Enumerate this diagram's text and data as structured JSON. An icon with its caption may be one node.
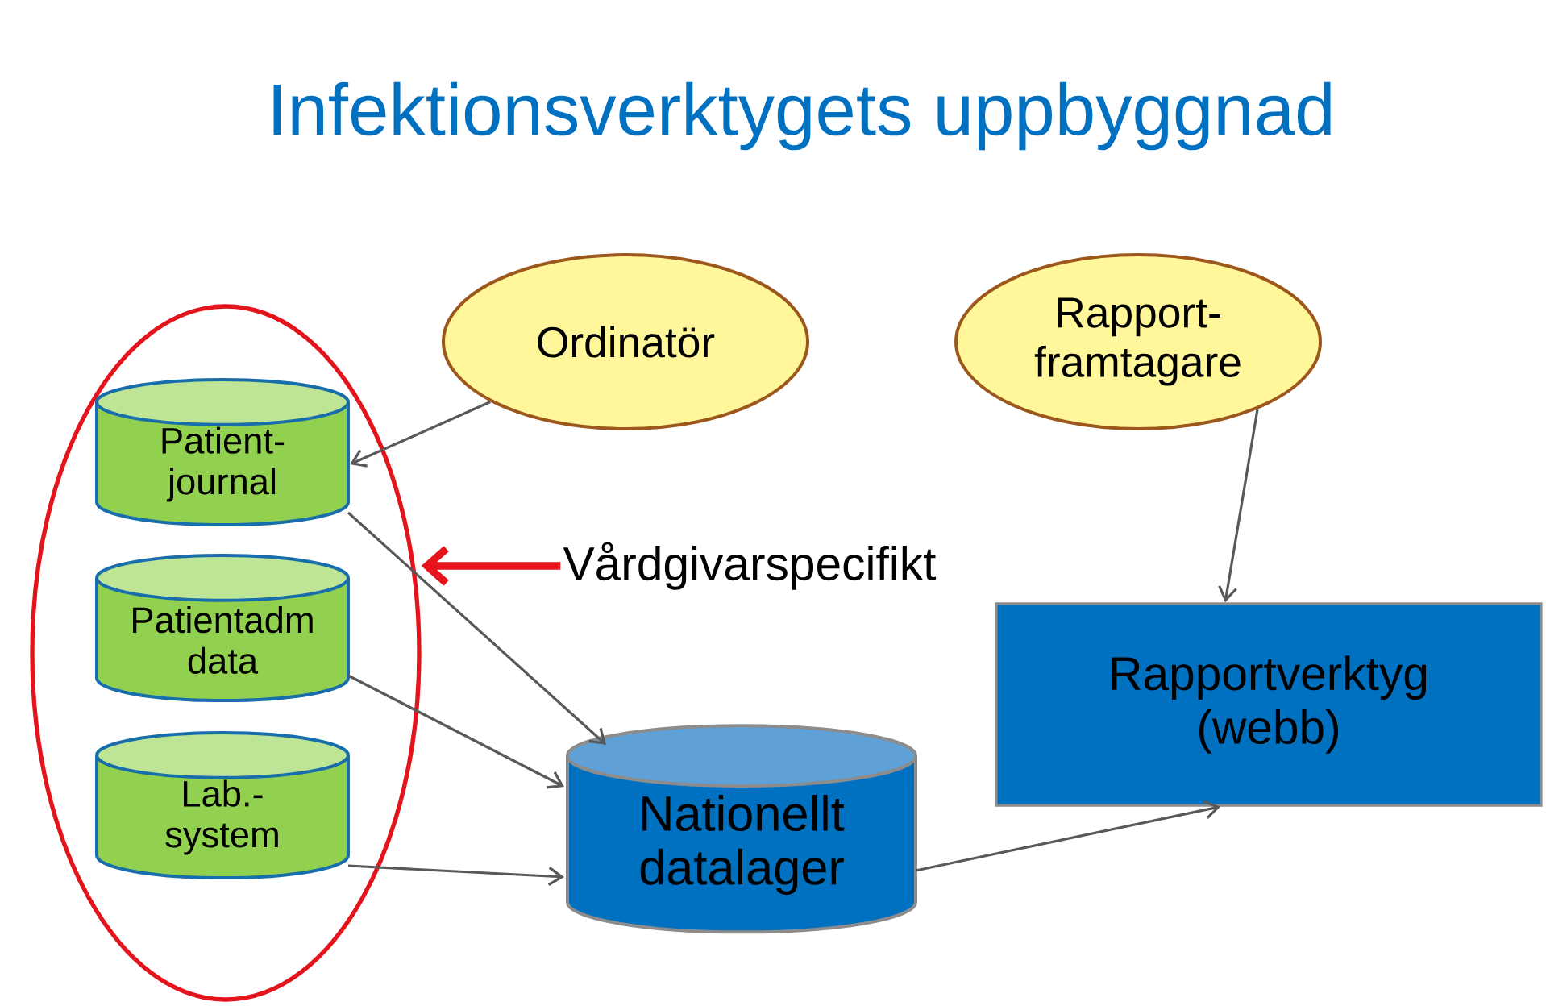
{
  "diagram": {
    "title": "Infektionsverktygets uppbyggnad",
    "nodes": [
      {
        "text": [
          "Ordinatör"
        ]
      },
      {
        "text": [
          "Rapport- framtagare"
        ]
      },
      {
        "text": [],
        "shape": "ellipse"
      },
      {
        "text": [
          "Patient- journal"
        ],
        "in": 2
      },
      {
        "text": [
          "Patientadm data"
        ],
        "in": 2
      },
      {
        "text": [
          "Lab.- system"
        ],
        "in": 2
      },
      {
        "text": [
          "Vårdgivarspecifikt"
        ]
      },
      {
        "text": [
          "Rapportverktyg (webb)"
        ]
      },
      {
        "text": [
          "Nationellt datalager"
        ]
      }
    ],
    "edges": [
      {
        "from": 0,
        "to": 3,
        "arrow": "to"
      },
      {
        "from": 1,
        "to": 7,
        "arrow": "to"
      },
      {
        "from": 6,
        "to": 2,
        "arrow": "to",
        "style": "thick",
        "color": "#e8141c"
      },
      {
        "from": 3,
        "to": 8,
        "arrow": "to"
      },
      {
        "from": 4,
        "to": 8,
        "arrow": "to"
      },
      {
        "from": 5,
        "to": 8,
        "arrow": "to"
      },
      {
        "from": 8,
        "to": 7,
        "arrow": "to"
      }
    ]
  }
}
